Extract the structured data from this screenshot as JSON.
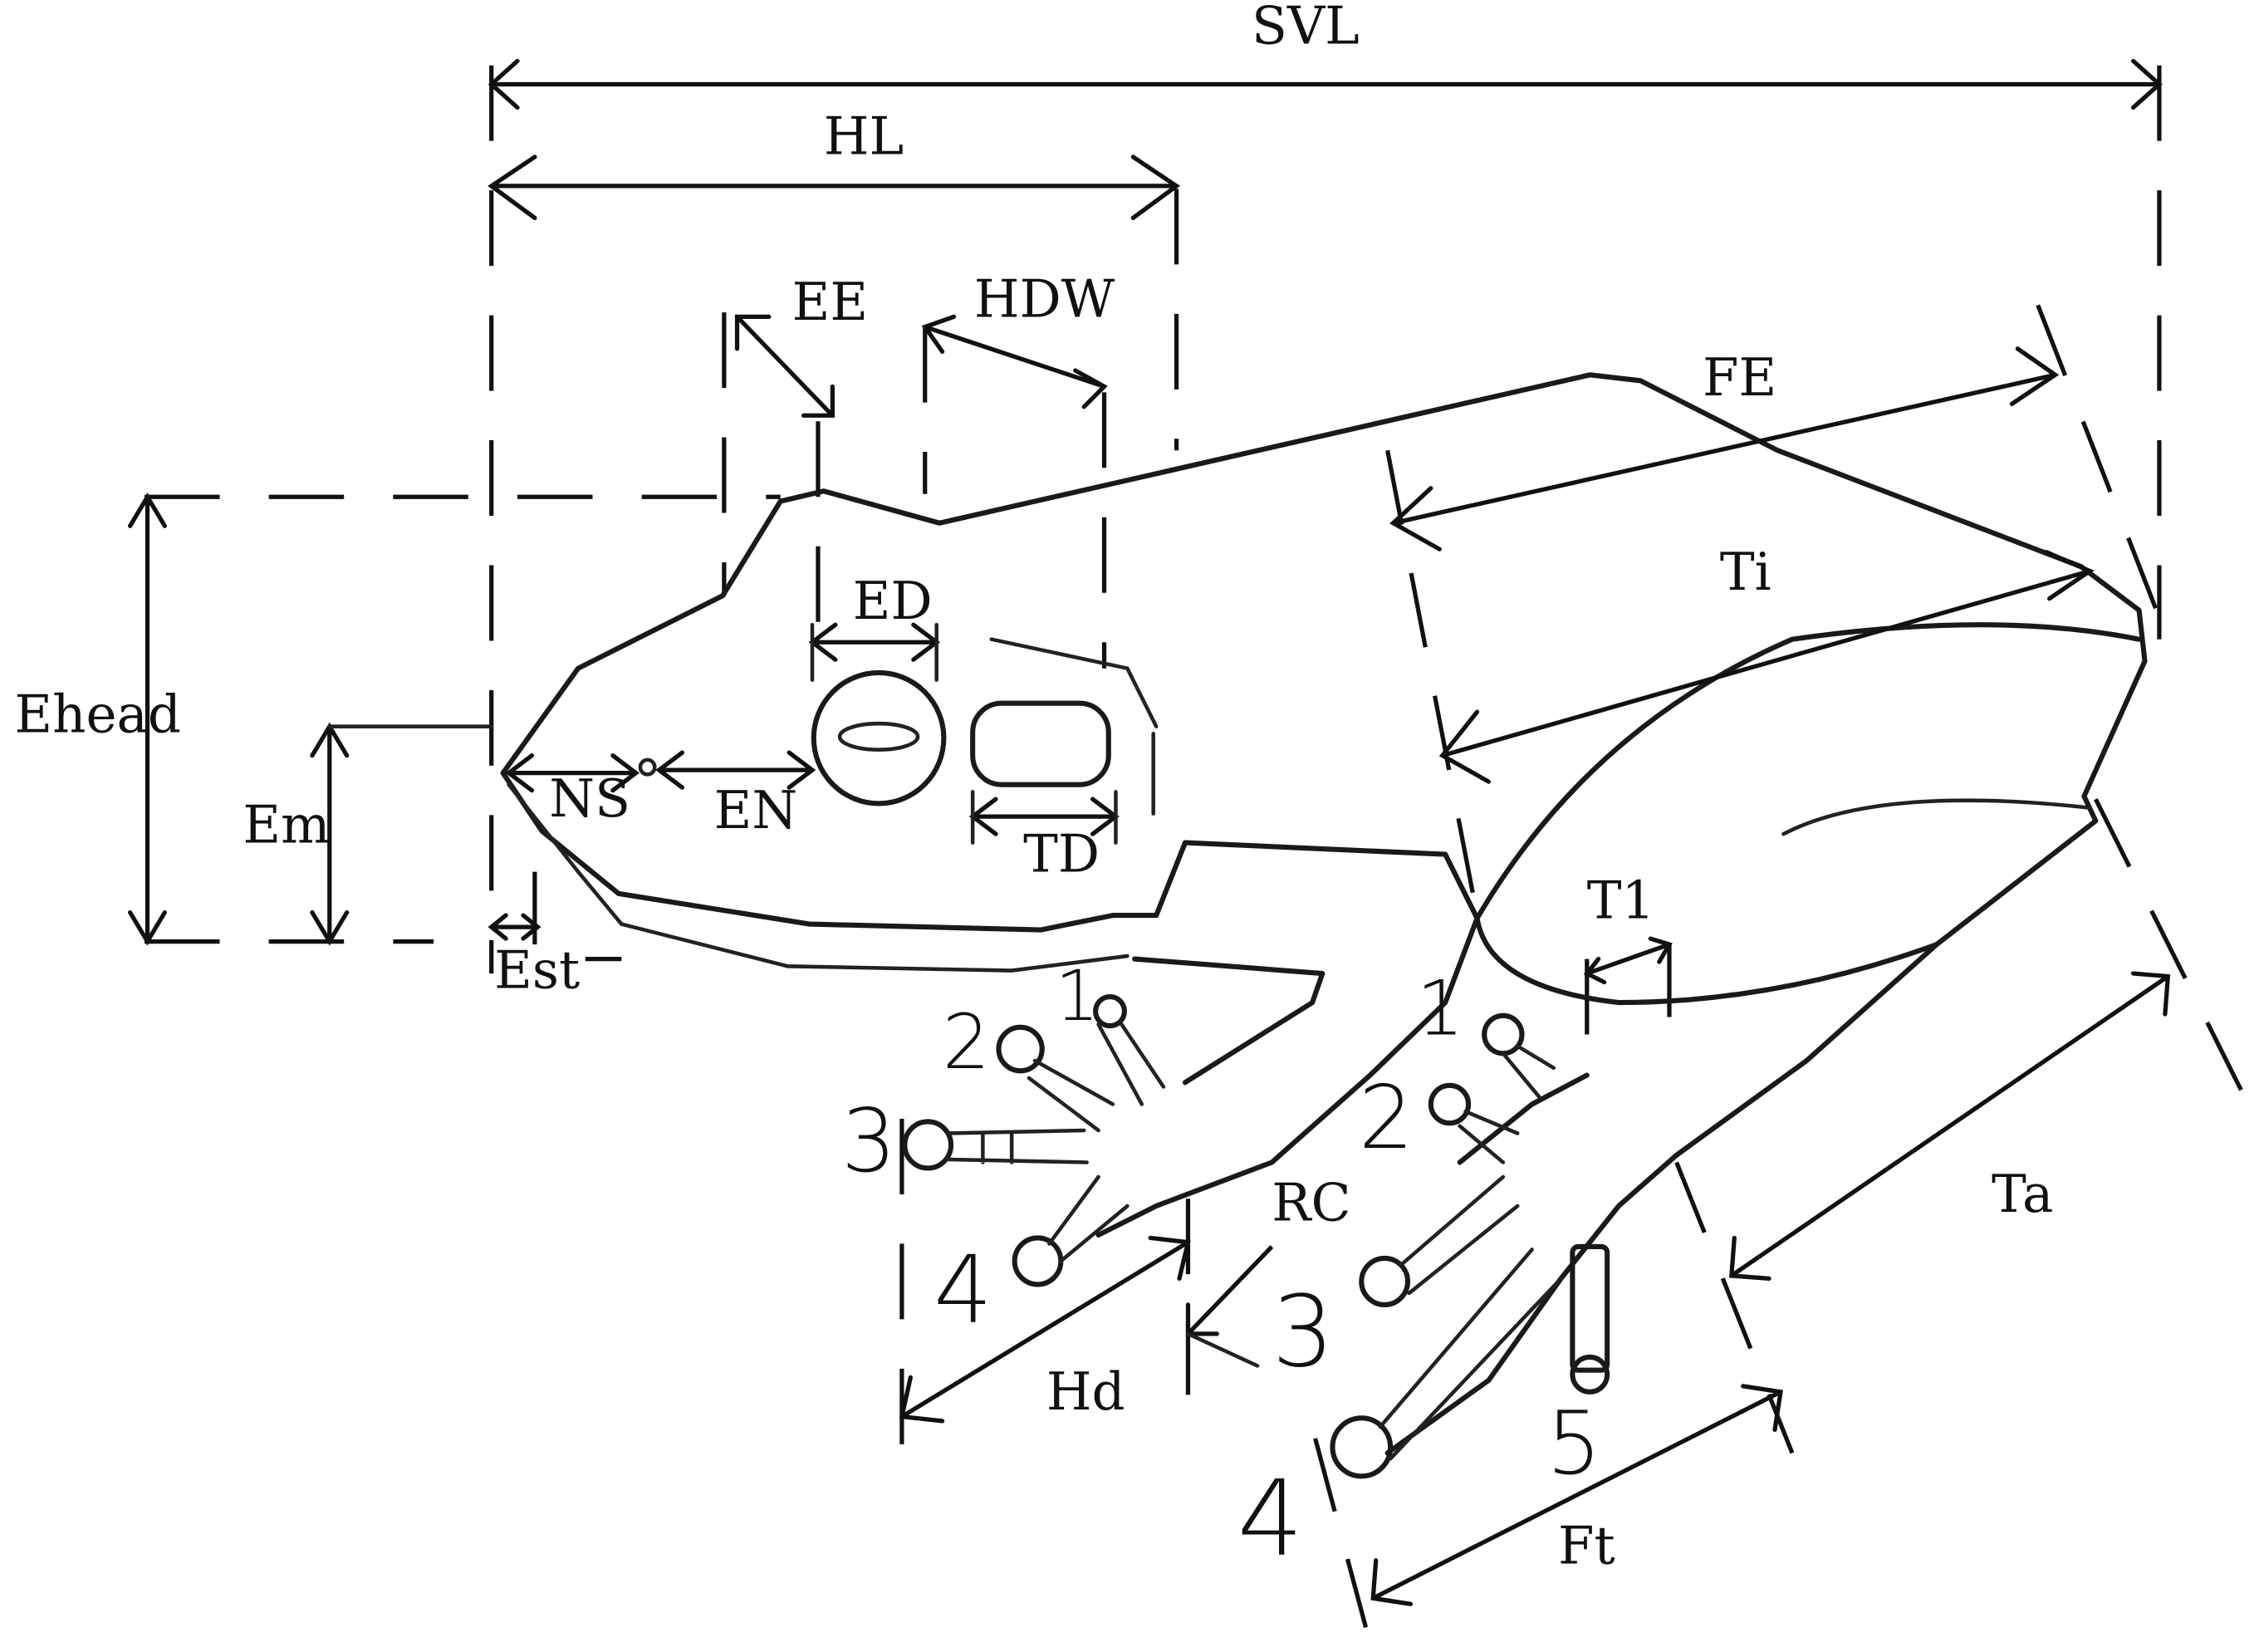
{
  "measurements": {
    "svl": "SVL",
    "hl": "HL",
    "ee": "EE",
    "hdw": "HDW",
    "fe": "FE",
    "ti": "Ti",
    "ed": "ED",
    "ehead": "Ehead",
    "em": "Em",
    "ns": "NS",
    "en": "EN",
    "td": "TD",
    "est": "Est",
    "t1": "T1",
    "rc": "RC",
    "ta": "Ta",
    "hd": "Hd",
    "ft": "Ft"
  },
  "digits": {
    "hand_1": "1",
    "hand_2": "2",
    "hand_3": "3",
    "hand_4": "4",
    "foot_1": "1",
    "foot_2": "2",
    "foot_3": "3",
    "foot_4": "4",
    "foot_5": "5"
  }
}
